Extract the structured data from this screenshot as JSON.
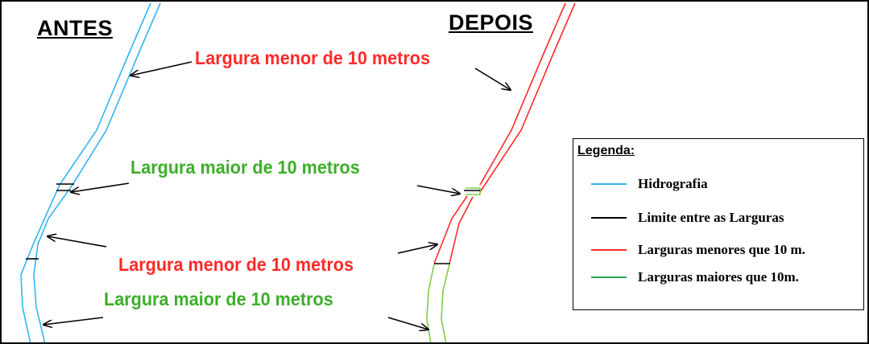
{
  "headings": {
    "before": "ANTES",
    "after": "DEPOIS"
  },
  "labels": {
    "narrow_top": "Largura menor de 10 metros",
    "wide_top": "Largura maior de 10 metros",
    "narrow_bottom": "Largura menor de 10 metros",
    "wide_bottom": "Largura maior de 10 metros"
  },
  "legend": {
    "title": "Legenda:",
    "items": [
      {
        "label": "Hidrografia",
        "color": "#33b5f0"
      },
      {
        "label": "Limite entre as Larguras",
        "color": "#000000"
      },
      {
        "label": "Larguras menores que 10 m.",
        "color": "#ff2a2a"
      },
      {
        "label": "Larguras maiores que 10m.",
        "color": "#2aa84f"
      }
    ]
  },
  "colors": {
    "hydrography": "#33b5f0",
    "boundary": "#000000",
    "narrow": "#ff2a2a",
    "wide_river": "#7ccf43",
    "wide_text": "#3cae2a",
    "narrow_text": "#ff2a2a"
  }
}
